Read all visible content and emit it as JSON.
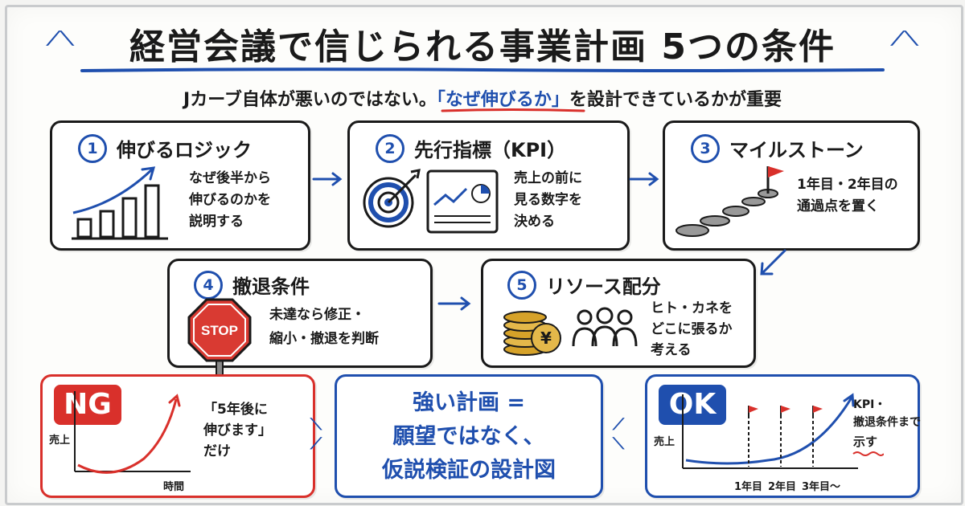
{
  "title": "経営会議で信じられる事業計画 5つの条件",
  "subtitle": {
    "before": "Jカーブ自体が悪いのではない。",
    "highlight": "「なぜ伸びるか」",
    "after": "を設計できているかが重要"
  },
  "steps": [
    {
      "num": "1",
      "title": "伸びるロジック",
      "desc": "なぜ後半から\n伸びるのかを\n説明する"
    },
    {
      "num": "2",
      "title": "先行指標（KPI）",
      "desc": "売上の前に\n見る数字を\n決める"
    },
    {
      "num": "3",
      "title": "マイルストーン",
      "desc": "1年目・2年目の\n通過点を置く"
    },
    {
      "num": "4",
      "title": "撤退条件",
      "desc": "未達なら修正・\n縮小・撤退を判断"
    },
    {
      "num": "5",
      "title": "リソース配分",
      "desc": "ヒト・カネを\nどこに張るか\n考える"
    }
  ],
  "stop_sign": "STOP",
  "yen_symbol": "¥",
  "ng": {
    "badge": "NG",
    "ylabel": "売上",
    "xlabel": "時間",
    "quote": "「5年後に\n伸びます」\nだけ"
  },
  "center": {
    "line1": "強い計画 =",
    "line2": "願望ではなく、",
    "line3": "仮説検証の設計図"
  },
  "ok": {
    "badge": "OK",
    "ylabel": "売上",
    "ticks": [
      "1年目",
      "2年目",
      "3年目～"
    ],
    "note": "KPI・\n撤退条件まで",
    "note_emph": "示す"
  },
  "colors": {
    "accent": "#1f4fae",
    "ng_red": "#d9302b",
    "ok_blue": "#1f4fae",
    "stop_red": "#d93a32",
    "gold": "#d6a229"
  }
}
